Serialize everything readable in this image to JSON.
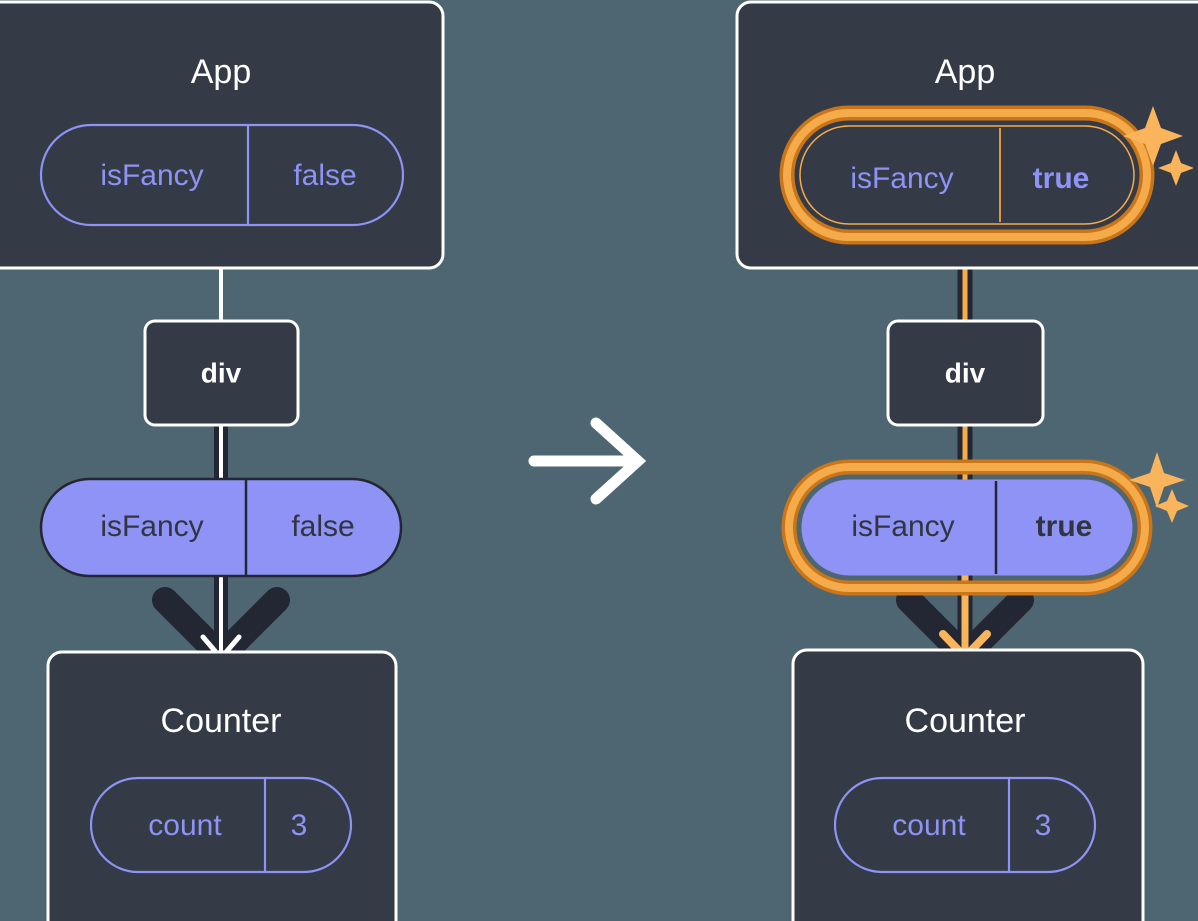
{
  "diagram": {
    "type": "react-state-propagation",
    "background_color": "#4d6672",
    "box_fill_color": "#343a46",
    "box_border_color": "#ffffff",
    "pill_purple_fill": "#8e93f5",
    "pill_purple_stroke": "#8e93f5",
    "text_white": "#ffffff",
    "text_purple": "#8e93f5",
    "text_dark": "#313541",
    "highlight_outer_orange": "#c9761a",
    "highlight_inner_orange": "#f5ab4a",
    "sparkle_color": "#f9b45c",
    "arrow_dark": "#232733",
    "transition_arrow_color": "#ffffff"
  },
  "left_panel": {
    "name": "before-state",
    "app": {
      "title": "App",
      "state_pill": {
        "key": "isFancy",
        "value": "false",
        "style": "outline",
        "highlighted": false
      }
    },
    "div": {
      "title": "div"
    },
    "prop_pill": {
      "key": "isFancy",
      "value": "false",
      "style": "filled",
      "highlighted": false
    },
    "counter": {
      "title": "Counter",
      "state_pill": {
        "key": "count",
        "value": "3",
        "style": "outline",
        "highlighted": false
      }
    }
  },
  "transition": {
    "icon": "arrow-right-icon",
    "direction": "right"
  },
  "right_panel": {
    "name": "after-state",
    "app": {
      "title": "App",
      "state_pill": {
        "key": "isFancy",
        "value": "true",
        "style": "outline",
        "highlighted": true,
        "sparkles": 2
      }
    },
    "div": {
      "title": "div"
    },
    "prop_pill": {
      "key": "isFancy",
      "value": "true",
      "style": "filled",
      "highlighted": true,
      "sparkles": 2
    },
    "counter": {
      "title": "Counter",
      "state_pill": {
        "key": "count",
        "value": "3",
        "style": "outline",
        "highlighted": false
      }
    }
  }
}
